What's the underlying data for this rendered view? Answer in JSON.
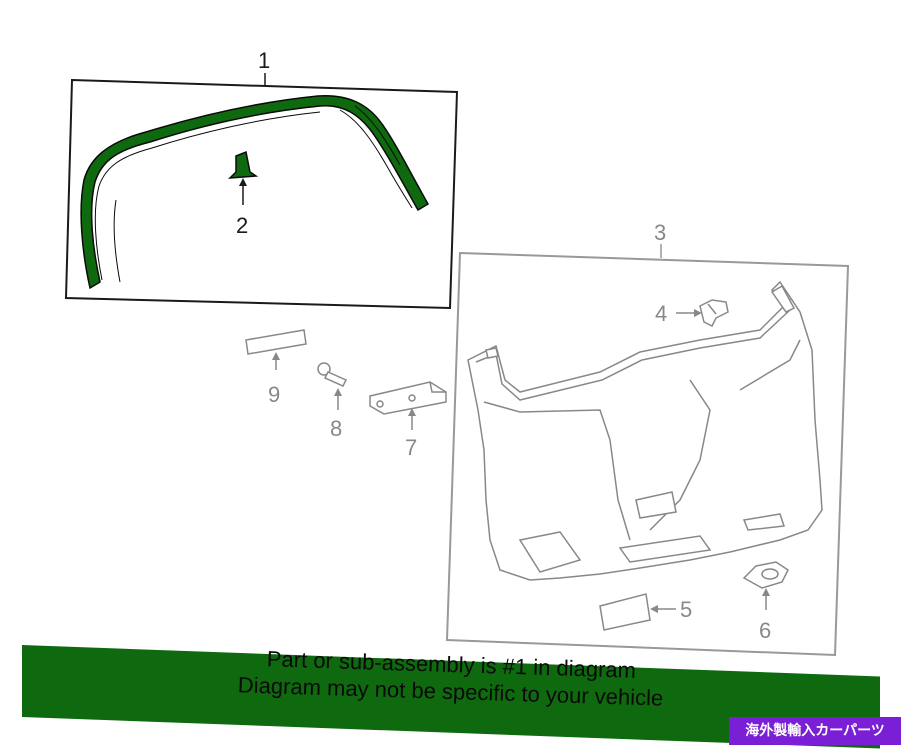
{
  "callouts": {
    "part1": "1",
    "part2": "2",
    "part3": "3",
    "part4": "4",
    "part5": "5",
    "part6": "6",
    "part7": "7",
    "part8": "8",
    "part9": "9"
  },
  "banner": {
    "line1": "Part or sub-assembly is #1 in diagram",
    "line2": "Diagram may not be specific to your vehicle"
  },
  "watermark": "海外製輸入カーパーツ",
  "colors": {
    "highlight": "#0f6a0f",
    "outline_dark": "#1a1a1a",
    "outline_grey": "#999999",
    "watermark_bg": "#7a1fd6"
  }
}
